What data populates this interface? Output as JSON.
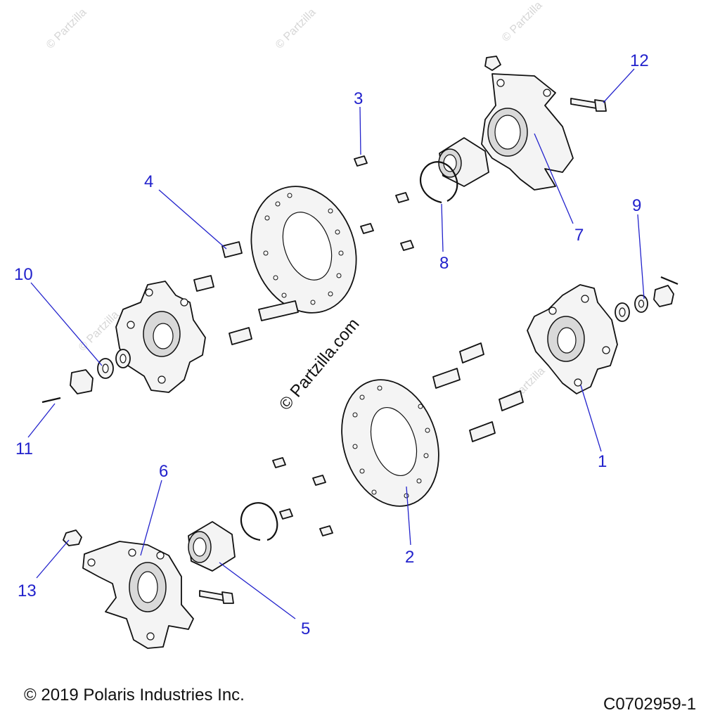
{
  "watermark": "© Partzilla",
  "center_watermark": "© Partzilla.com",
  "callouts": [
    {
      "id": "1",
      "label": "1"
    },
    {
      "id": "2",
      "label": "2"
    },
    {
      "id": "3",
      "label": "3"
    },
    {
      "id": "4",
      "label": "4"
    },
    {
      "id": "5",
      "label": "5"
    },
    {
      "id": "6",
      "label": "6"
    },
    {
      "id": "7",
      "label": "7"
    },
    {
      "id": "8",
      "label": "8"
    },
    {
      "id": "9",
      "label": "9"
    },
    {
      "id": "10",
      "label": "10"
    },
    {
      "id": "11",
      "label": "11"
    },
    {
      "id": "12",
      "label": "12"
    },
    {
      "id": "13",
      "label": "13"
    }
  ],
  "footer": {
    "copyright": "© 2019 Polaris Industries Inc.",
    "drawing_id": "C0702959-1"
  },
  "colors": {
    "callout": "#2222cc",
    "line": "#111111",
    "watermark": "#d6d6d6"
  }
}
